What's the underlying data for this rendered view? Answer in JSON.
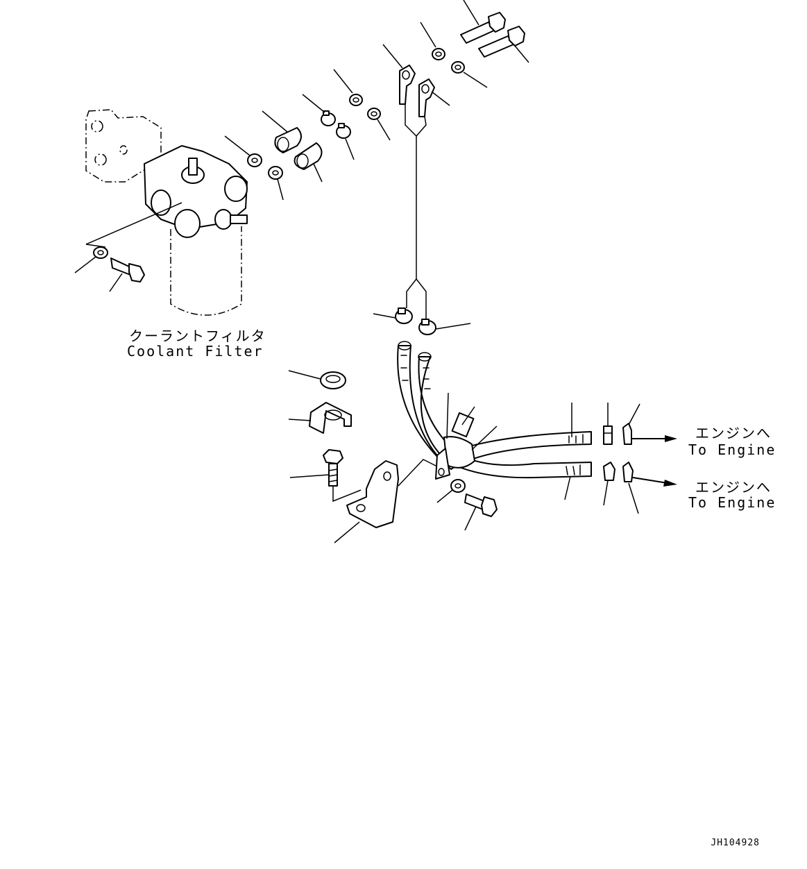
{
  "labels": {
    "coolant_filter_jp": "クーラントフィルタ",
    "coolant_filter_en": "Coolant Filter",
    "to_engine_1_jp": "エンジンへ",
    "to_engine_1_en": "To Engine",
    "to_engine_2_jp": "エンジンへ",
    "to_engine_2_en": "To Engine"
  },
  "document_id": "JH104928"
}
